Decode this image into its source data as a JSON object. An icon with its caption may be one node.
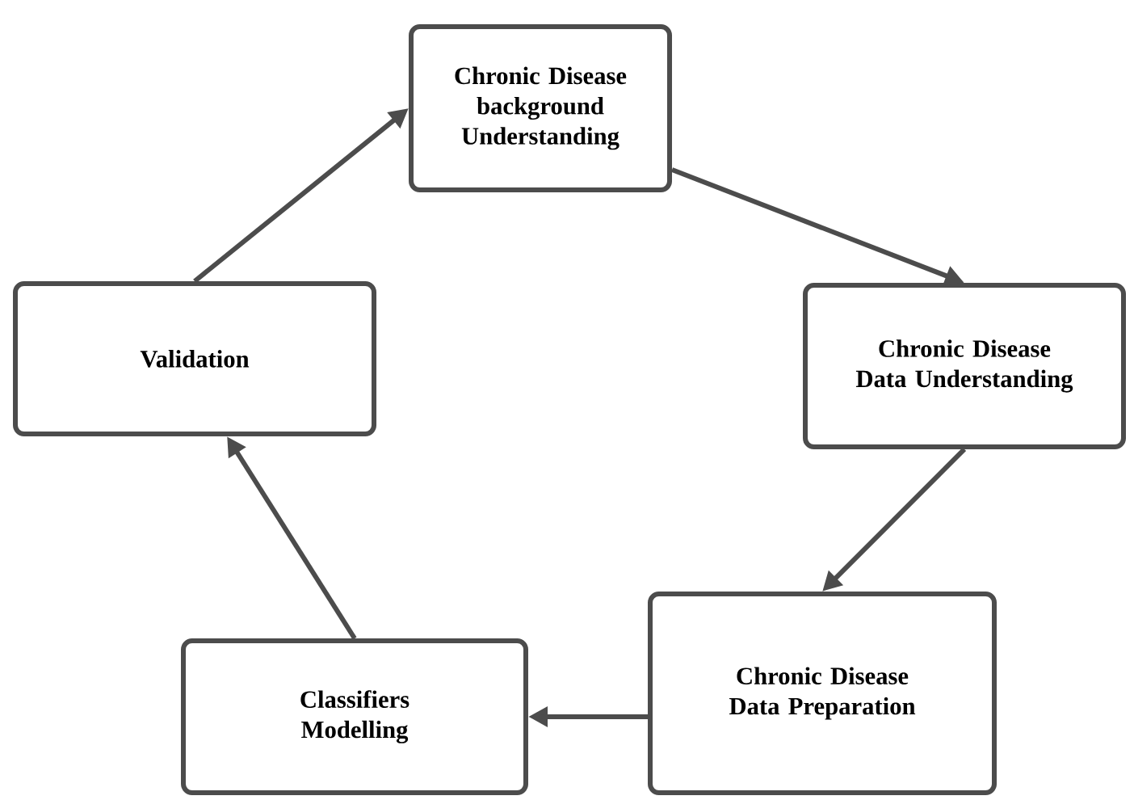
{
  "diagram": {
    "nodes": [
      {
        "text": [
          "Chronic Disease background Understanding"
        ]
      },
      {
        "text": [
          "Chronic Disease Data Understanding"
        ]
      },
      {
        "text": [
          "Chronic Disease Data Preparation"
        ]
      },
      {
        "text": [
          "Classifiers Modelling"
        ]
      },
      {
        "text": [
          "Validation"
        ]
      }
    ],
    "edges": [
      {
        "from": 0,
        "to": 1,
        "arrow": "to"
      },
      {
        "from": 1,
        "to": 2,
        "arrow": "to"
      },
      {
        "from": 2,
        "to": 3,
        "arrow": "to"
      },
      {
        "from": 3,
        "to": 4,
        "arrow": "to"
      },
      {
        "from": 4,
        "to": 0,
        "arrow": "to"
      }
    ]
  }
}
